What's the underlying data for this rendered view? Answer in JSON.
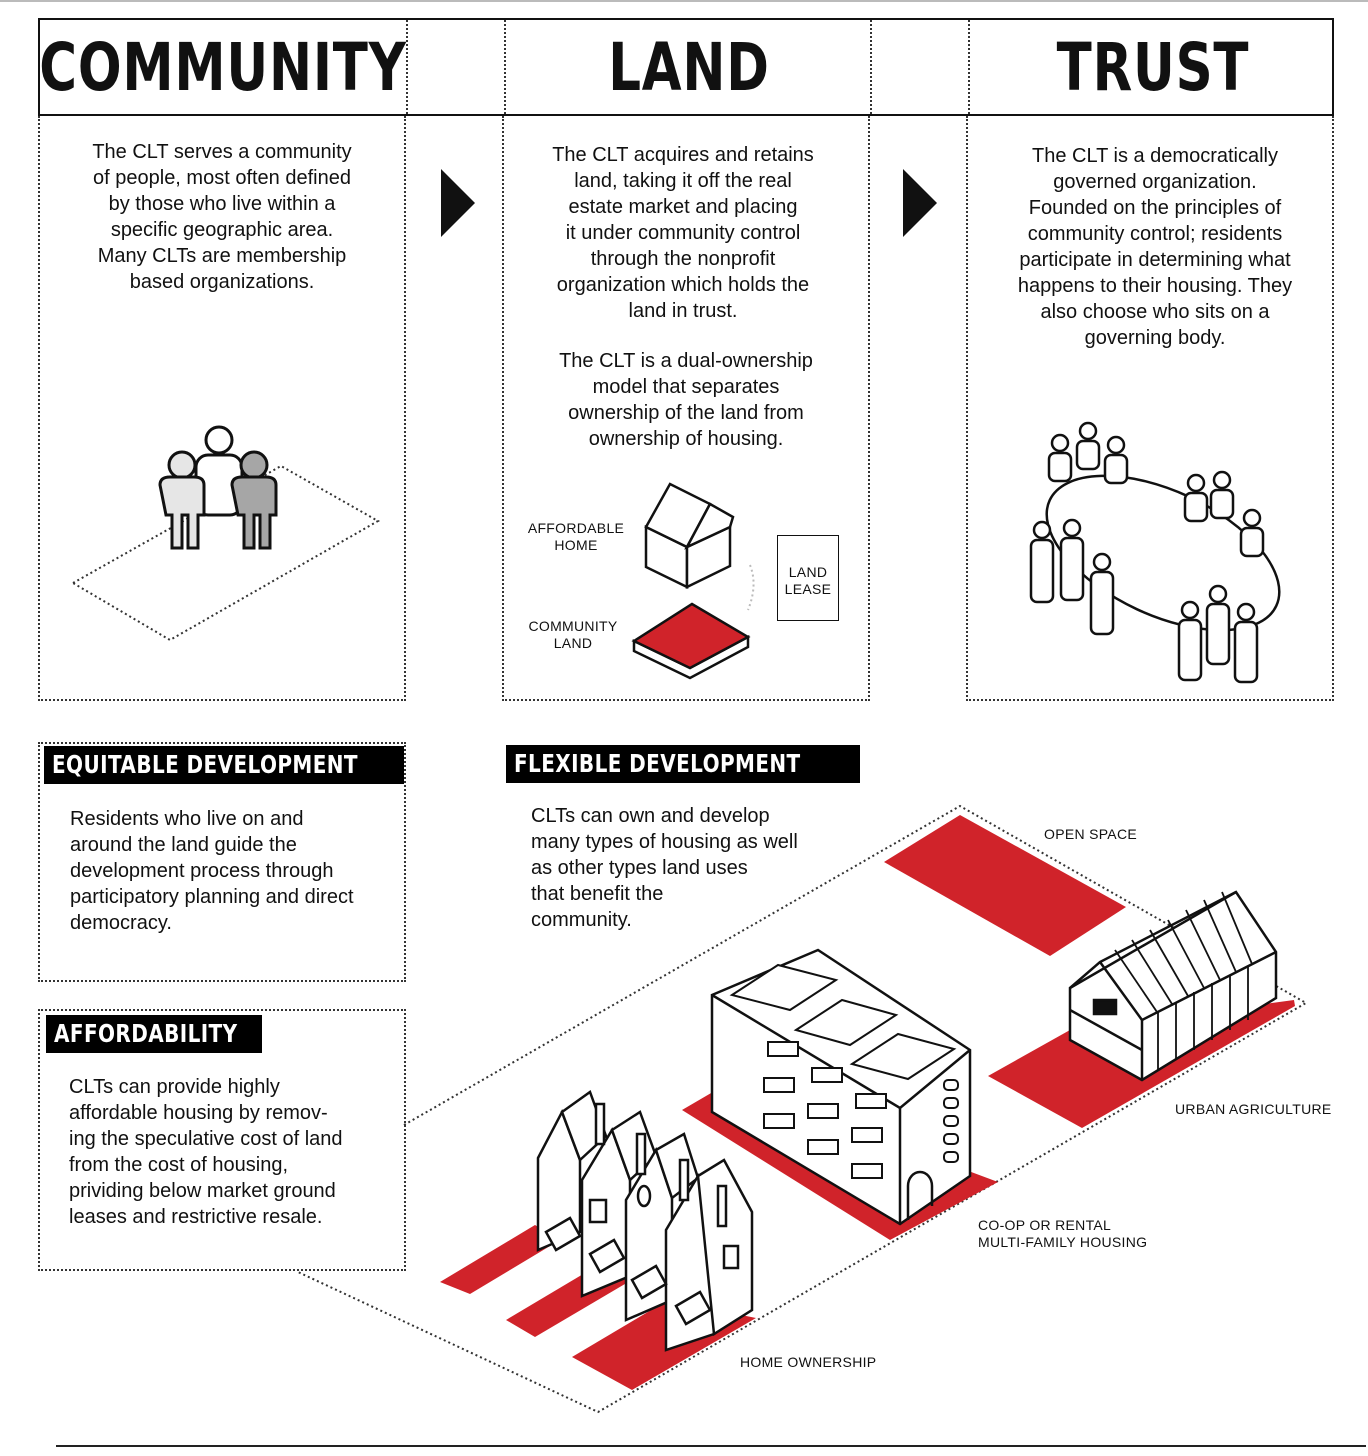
{
  "pillars": [
    {
      "title": "COMMUNITY",
      "body": [
        "The CLT serves a community",
        "of people, most often defined",
        "by those who live within a",
        "specific geographic area.",
        "Many CLTs are membership",
        "based organizations."
      ]
    },
    {
      "title": "LAND",
      "body": [
        "The CLT acquires and retains",
        "land, taking it off the real",
        "estate market and placing",
        "it under community control",
        "through the nonprofit",
        "organization which holds the",
        "land in trust."
      ],
      "body2": [
        "The CLT is a dual-ownership",
        "model that separates",
        "ownership of the land from",
        "ownership of housing."
      ]
    },
    {
      "title": "TRUST",
      "body": [
        "The CLT is a democratically",
        "governed organization.",
        "Founded on the principles of",
        "community control; residents",
        "participate in determining what",
        "happens to their housing. They",
        "also choose who sits on a",
        "governing body."
      ]
    }
  ],
  "land_diagram": {
    "affordable_home": [
      "AFFORDABLE",
      "HOME"
    ],
    "community_land": [
      "COMMUNITY",
      "LAND"
    ],
    "land_lease": [
      "LAND",
      "LEASE"
    ]
  },
  "equitable": {
    "title": "EQUITABLE DEVELOPMENT",
    "body": [
      "Residents who live on and",
      "around the land guide the",
      "development process through",
      "participatory planning and direct",
      "democracy."
    ]
  },
  "affordability": {
    "title": "AFFORDABILITY",
    "body": [
      "CLTs can provide highly",
      "affordable housing by remov-",
      "ing the speculative cost of land",
      "from the cost of housing,",
      "prividing below market ground",
      "leases and restrictive resale."
    ]
  },
  "flexible": {
    "title": "FLEXIBLE DEVELOPMENT",
    "body": [
      "CLTs can own and develop",
      "many types of housing as well",
      "as other types land uses",
      "that benefit the",
      "community."
    ]
  },
  "land_uses": {
    "open_space": "OPEN SPACE",
    "urban_agriculture": "URBAN AGRICULTURE",
    "coop": [
      "CO-OP OR RENTAL",
      "MULTI-FAMILY HOUSING"
    ],
    "home_ownership": "HOME OWNERSHIP"
  },
  "colors": {
    "accent": "#d0232a",
    "ink": "#111111",
    "gray_light": "#e6e6e6",
    "gray_mid": "#a6a6a6"
  }
}
